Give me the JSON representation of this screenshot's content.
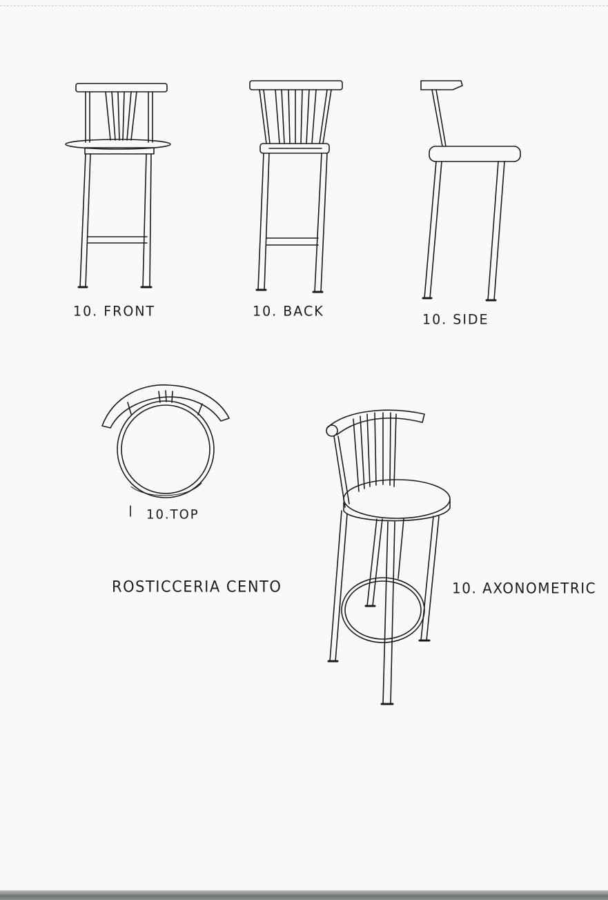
{
  "labels": {
    "front": "10. FRONT",
    "back": "10. BACK",
    "side": "10. SIDE",
    "top": "10.TOP",
    "title": "ROSTICCERIA CENTO",
    "axonometric": "10. AXONOMETRIC"
  },
  "colors": {
    "ink": "#1b1b1b",
    "paper": "#f9f9f8"
  }
}
